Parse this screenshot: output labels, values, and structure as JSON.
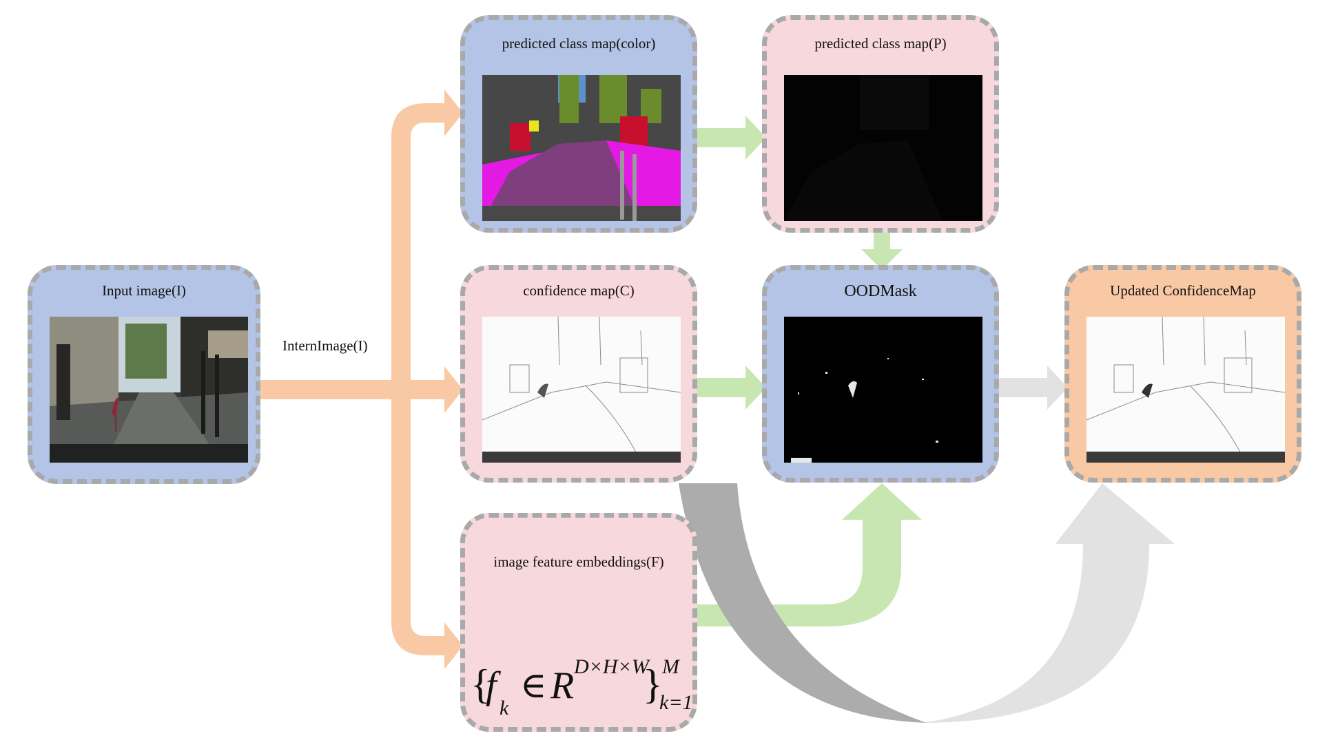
{
  "nodes": {
    "input_image": {
      "title": "Input image(I)"
    },
    "predicted_color": {
      "title": "predicted class map(color)"
    },
    "predicted_p": {
      "title": "predicted class map(P)"
    },
    "confidence": {
      "title": "confidence map(C)"
    },
    "oodmask": {
      "title": "OODMask"
    },
    "updated": {
      "title": "Updated ConfidenceMap"
    },
    "features": {
      "title": "image feature embeddings(F)"
    }
  },
  "edges": {
    "backbone_label": "InternImage(I)"
  },
  "formula": {
    "open_brace": "{",
    "f": "f",
    "k_sub": "k",
    "in_symbol": "∈",
    "R": "R",
    "dims": "D×H×W",
    "close_brace": "}",
    "upper": "M",
    "lower": "k=1"
  },
  "colors": {
    "blue_box": "#b4c4e6",
    "pink_box": "#f7d9dd",
    "orange_box": "#f8c9a4",
    "orange_arrow": "#f8c9a4",
    "green_arrow": "#c7e6b1",
    "light_gray_arrow": "#e2e2e2",
    "dark_gray_arrow": "#acacac",
    "dash_border": "#a9a9a9"
  }
}
